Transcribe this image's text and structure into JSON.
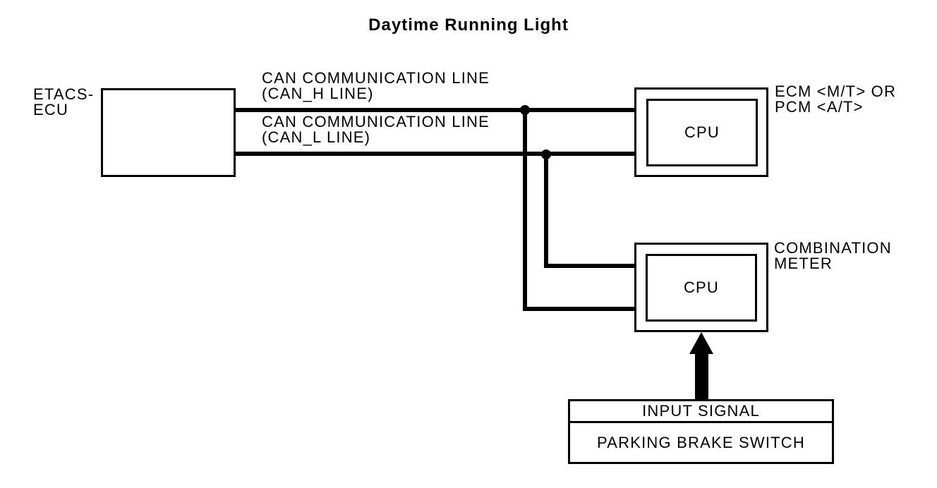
{
  "title": "Daytime Running Light",
  "nodes": {
    "etacs_ecu": {
      "label_line1": "ETACS-",
      "label_line2": "ECU"
    },
    "ecm_pcm": {
      "cpu": "CPU",
      "label_line1": "ECM <M/T> OR",
      "label_line2": "PCM <A/T>"
    },
    "combination_meter": {
      "cpu": "CPU",
      "label_line1": "COMBINATION",
      "label_line2": "METER"
    },
    "input_signal_box": {
      "row1": "INPUT SIGNAL",
      "row2": "PARKING BRAKE SWITCH"
    }
  },
  "wires": {
    "can_h": {
      "label_line1": "CAN COMMUNICATION LINE",
      "label_line2": "(CAN_H LINE)"
    },
    "can_l": {
      "label_line1": "CAN COMMUNICATION LINE",
      "label_line2": "(CAN_L LINE)"
    }
  },
  "colors": {
    "line": "#000000",
    "background": "#ffffff",
    "text": "#000000"
  }
}
